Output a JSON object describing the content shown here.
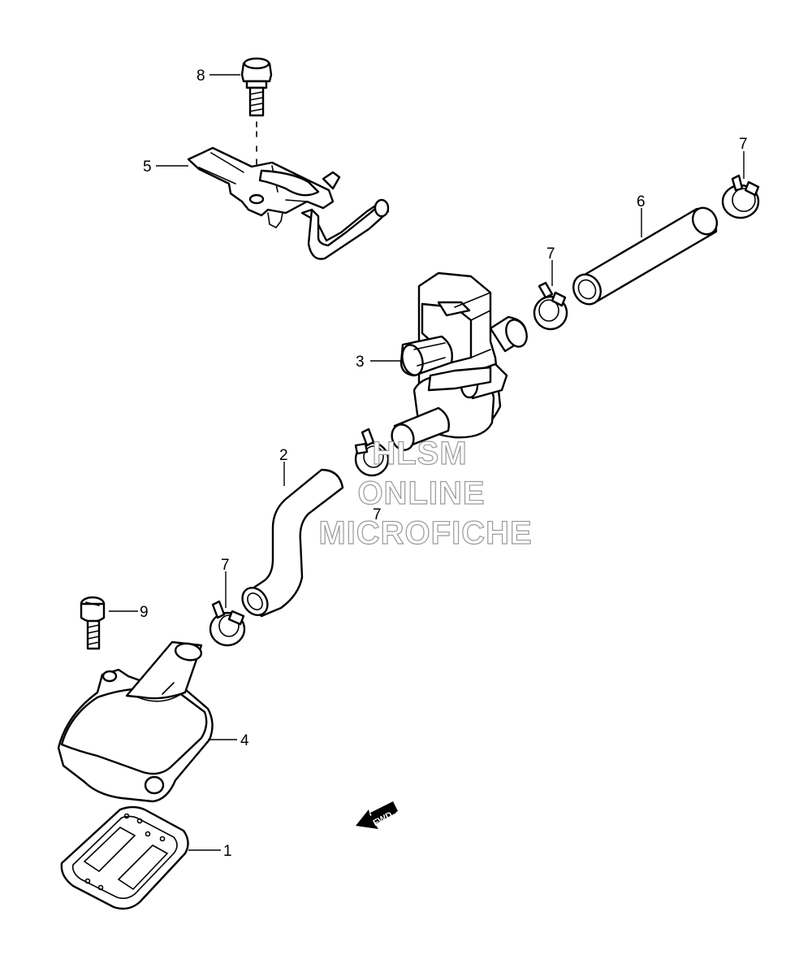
{
  "callouts": {
    "c1": "1",
    "c2": "2",
    "c3": "3",
    "c4": "4",
    "c5": "5",
    "c6": "6",
    "c7a": "7",
    "c7b": "7",
    "c7c": "7",
    "c7d": "7",
    "c8": "8",
    "c9": "9"
  },
  "watermark": {
    "line1": "HLSM",
    "line2": "ONLINE",
    "line3": "MICROFICHE"
  },
  "fwd_label": "FWD",
  "colors": {
    "line": "#000000",
    "watermark_outline": "#9a9a9a",
    "background": "#ffffff"
  }
}
